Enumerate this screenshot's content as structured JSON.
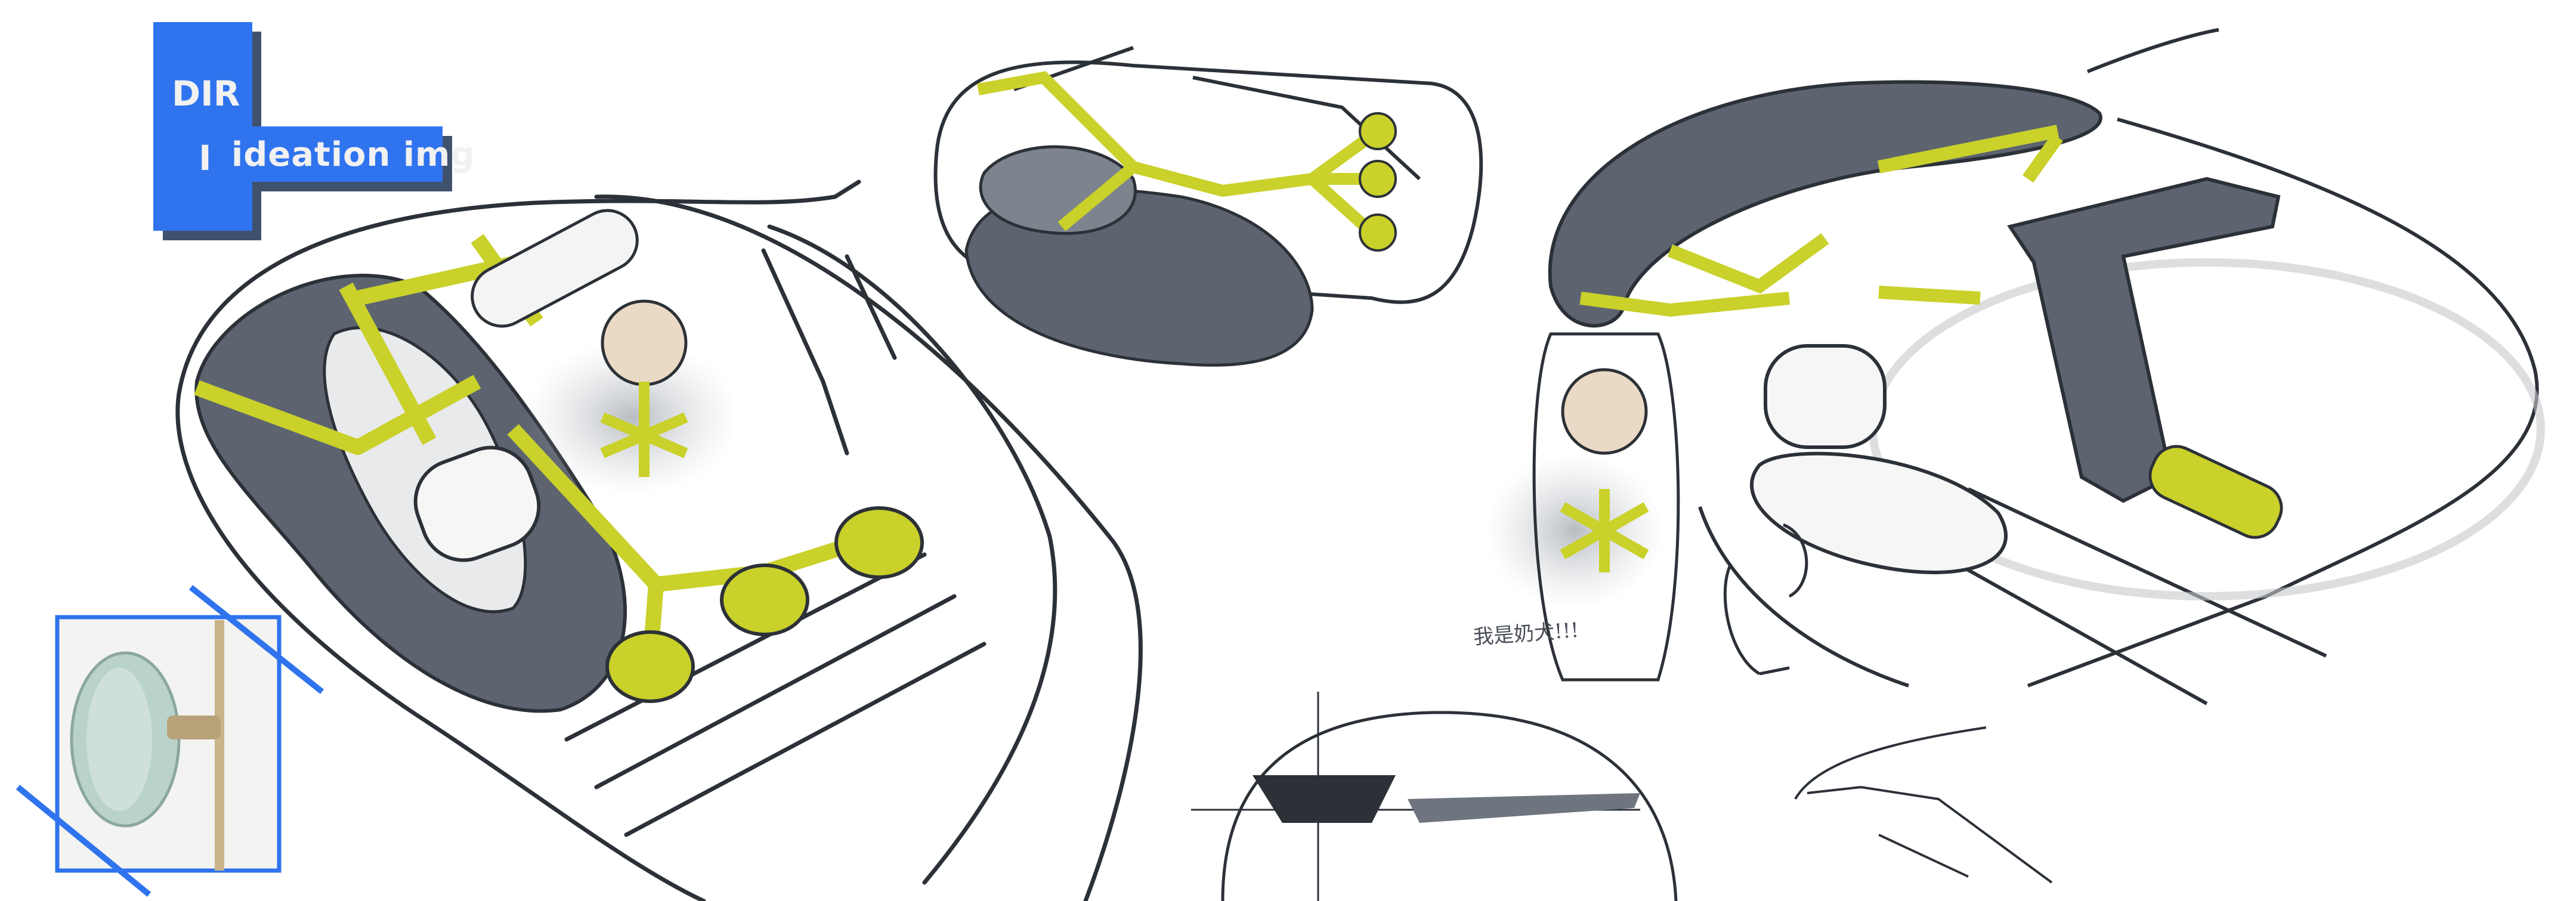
{
  "title_block": {
    "line1": "DIR",
    "line2_prefix": "I",
    "line2": "ideation img"
  },
  "handwritten_note": "我是奶犬!!!",
  "colors": {
    "accent_yellow": "#c9d12a",
    "tape_blue": "#2f74ee",
    "tape_shadow": "#40516e",
    "seat_gray": "#5d6470",
    "line_dark": "#2c3138"
  }
}
